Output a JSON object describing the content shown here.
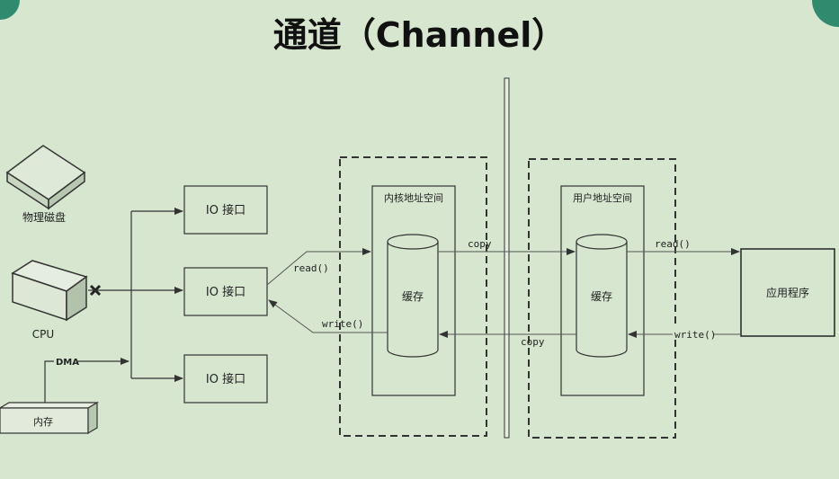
{
  "title": "通道（Channel）",
  "devices": {
    "disk": "物理磁盘",
    "cpu": "CPU",
    "memory": "内存",
    "dma": "DMA"
  },
  "io": [
    "IO 接口",
    "IO 接口",
    "IO 接口"
  ],
  "kernel": {
    "label": "内核地址空间",
    "buffer": "缓存"
  },
  "user": {
    "label": "用户地址空间",
    "buffer": "缓存"
  },
  "app": "应用程序",
  "arrows": {
    "read_left": "read()",
    "write_left": "write()",
    "copy_top": "copy",
    "copy_bottom": "copy",
    "read_right": "read()",
    "write_right": "write()"
  },
  "colors": {
    "background": "#d7e6cf",
    "line": "#333333",
    "box_fill": "#d7e6cf",
    "corner_accent": "#2f8a6e"
  }
}
